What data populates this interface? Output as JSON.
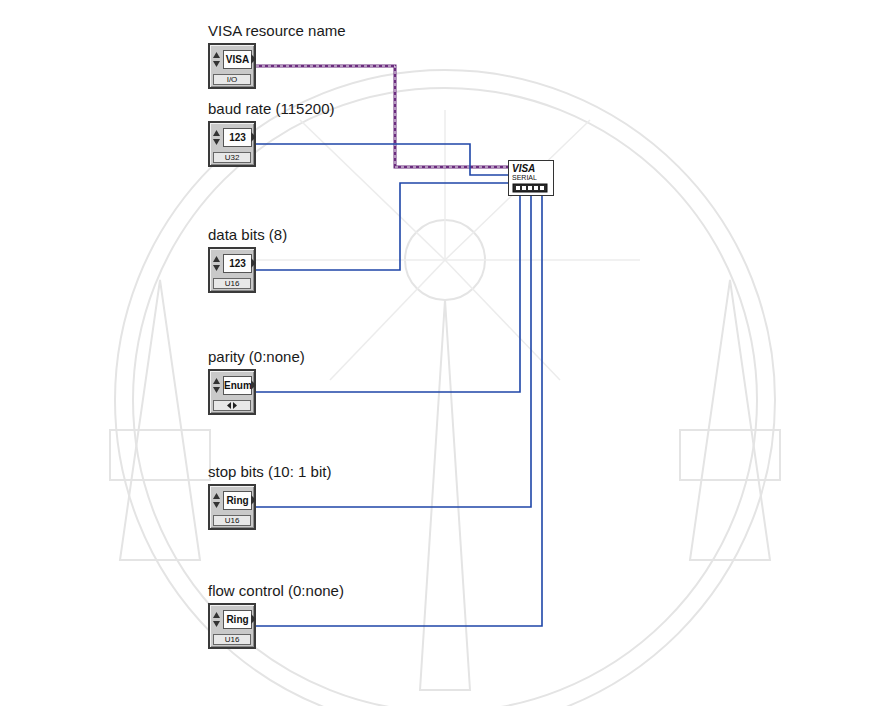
{
  "diagram": {
    "nodes": [
      {
        "text": [
          "VISA resource name",
          "VISA",
          "I/O"
        ]
      },
      {
        "text": [
          "baud rate (115200)",
          "123",
          "U32"
        ]
      },
      {
        "text": [
          "data bits (8)",
          "123",
          "U16"
        ]
      },
      {
        "text": [
          "parity (0:none)",
          "Enum"
        ]
      },
      {
        "text": [
          "stop bits (10: 1 bit)",
          "Ring",
          "U16"
        ]
      },
      {
        "text": [
          "flow control (0:none)",
          "Ring",
          "U16"
        ]
      },
      {
        "text": [
          "VISA",
          "SERIAL"
        ]
      }
    ],
    "edges": [
      {
        "from": 0,
        "to": 6,
        "arrow": "none"
      },
      {
        "from": 1,
        "to": 6,
        "arrow": "none"
      },
      {
        "from": 2,
        "to": 6,
        "arrow": "none"
      },
      {
        "from": 3,
        "to": 6,
        "arrow": "none"
      },
      {
        "from": 4,
        "to": 6,
        "arrow": "none"
      },
      {
        "from": 5,
        "to": 6,
        "arrow": "none"
      }
    ]
  }
}
